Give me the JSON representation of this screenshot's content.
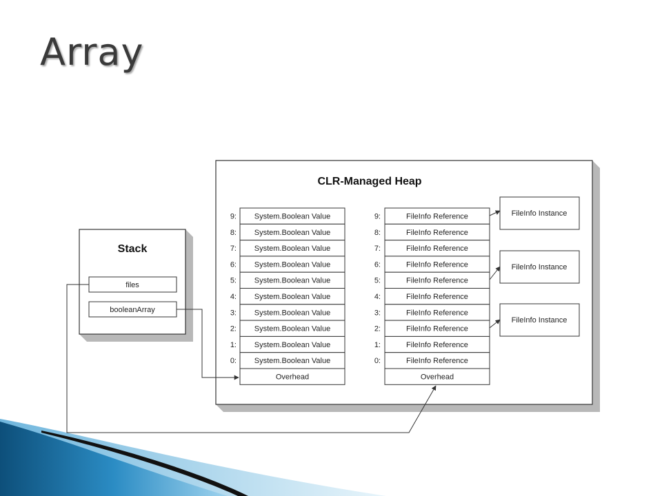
{
  "slide": {
    "title": "Array"
  },
  "diagram": {
    "heap": {
      "title": "CLR-Managed Heap",
      "bool_array": {
        "indices": [
          "9:",
          "8:",
          "7:",
          "6:",
          "5:",
          "4:",
          "3:",
          "2:",
          "1:",
          "0:"
        ],
        "cells": [
          "System.Boolean Value",
          "System.Boolean Value",
          "System.Boolean Value",
          "System.Boolean Value",
          "System.Boolean Value",
          "System.Boolean Value",
          "System.Boolean Value",
          "System.Boolean Value",
          "System.Boolean Value",
          "System.Boolean Value"
        ],
        "overhead": "Overhead"
      },
      "ref_array": {
        "indices": [
          "9:",
          "8:",
          "7:",
          "6:",
          "5:",
          "4:",
          "3:",
          "2:",
          "1:",
          "0:"
        ],
        "cells": [
          "FileInfo Reference",
          "FileInfo Reference",
          "FileInfo Reference",
          "FileInfo Reference",
          "FileInfo Reference",
          "FileInfo Reference",
          "FileInfo Reference",
          "FileInfo Reference",
          "FileInfo Reference",
          "FileInfo Reference"
        ],
        "overhead": "Overhead"
      },
      "instances": [
        "FileInfo Instance",
        "FileInfo Instance",
        "FileInfo Instance"
      ]
    },
    "stack": {
      "title": "Stack",
      "vars": [
        "files",
        "booleanArray"
      ]
    }
  }
}
